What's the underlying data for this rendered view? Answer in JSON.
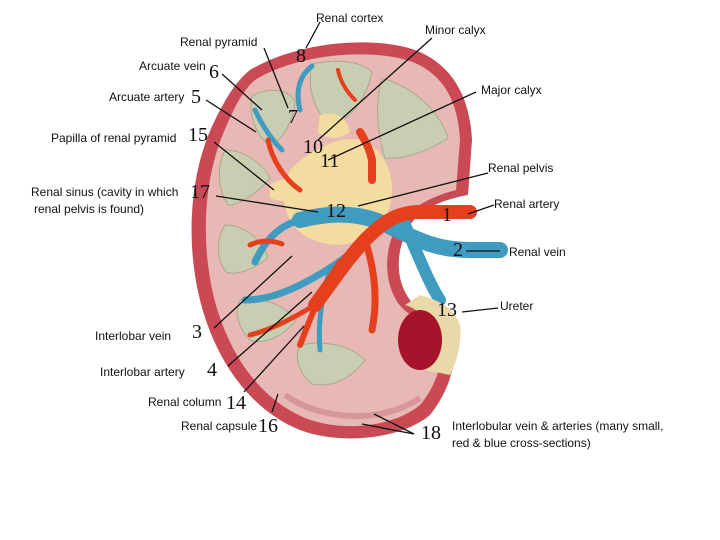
{
  "labels": {
    "renal_cortex": "Renal cortex",
    "minor_calyx": "Minor calyx",
    "renal_pyramid": "Renal pyramid",
    "arcuate_vein": "Arcuate vein",
    "major_calyx": "Major calyx",
    "arcuate_artery": "Arcuate artery",
    "papilla": "Papilla of renal pyramid",
    "renal_pelvis": "Renal pelvis",
    "renal_sinus_1": "Renal sinus (cavity in which",
    "renal_sinus_2": "renal pelvis is found)",
    "renal_artery": "Renal artery",
    "renal_vein": "Renal vein",
    "ureter": "Ureter",
    "interlobar_vein": "Interlobar vein",
    "interlobar_artery": "Interlobar artery",
    "renal_column": "Renal column",
    "renal_capsule": "Renal capsule",
    "interlobular_1": "Interlobular vein & arteries (many small,",
    "interlobular_2": "red & blue cross-sections)"
  },
  "numbers": {
    "n1": "1",
    "n2": "2",
    "n3": "3",
    "n4": "4",
    "n5": "5",
    "n6": "6",
    "n7": "7",
    "n8": "8",
    "n10": "10",
    "n11": "11",
    "n12": "12",
    "n13": "13",
    "n14": "14",
    "n15": "15",
    "n16": "16",
    "n17": "17",
    "n18": "18"
  },
  "colors": {
    "cortex": "#e8b9b4",
    "capsule": "#c94a55",
    "pyramid": "#c9cdb2",
    "calyx": "#f3dca0",
    "artery": "#e5401e",
    "vein": "#3f9bc0",
    "ureter_outer": "#ead9a8",
    "ureter_cut": "#a7132b"
  }
}
